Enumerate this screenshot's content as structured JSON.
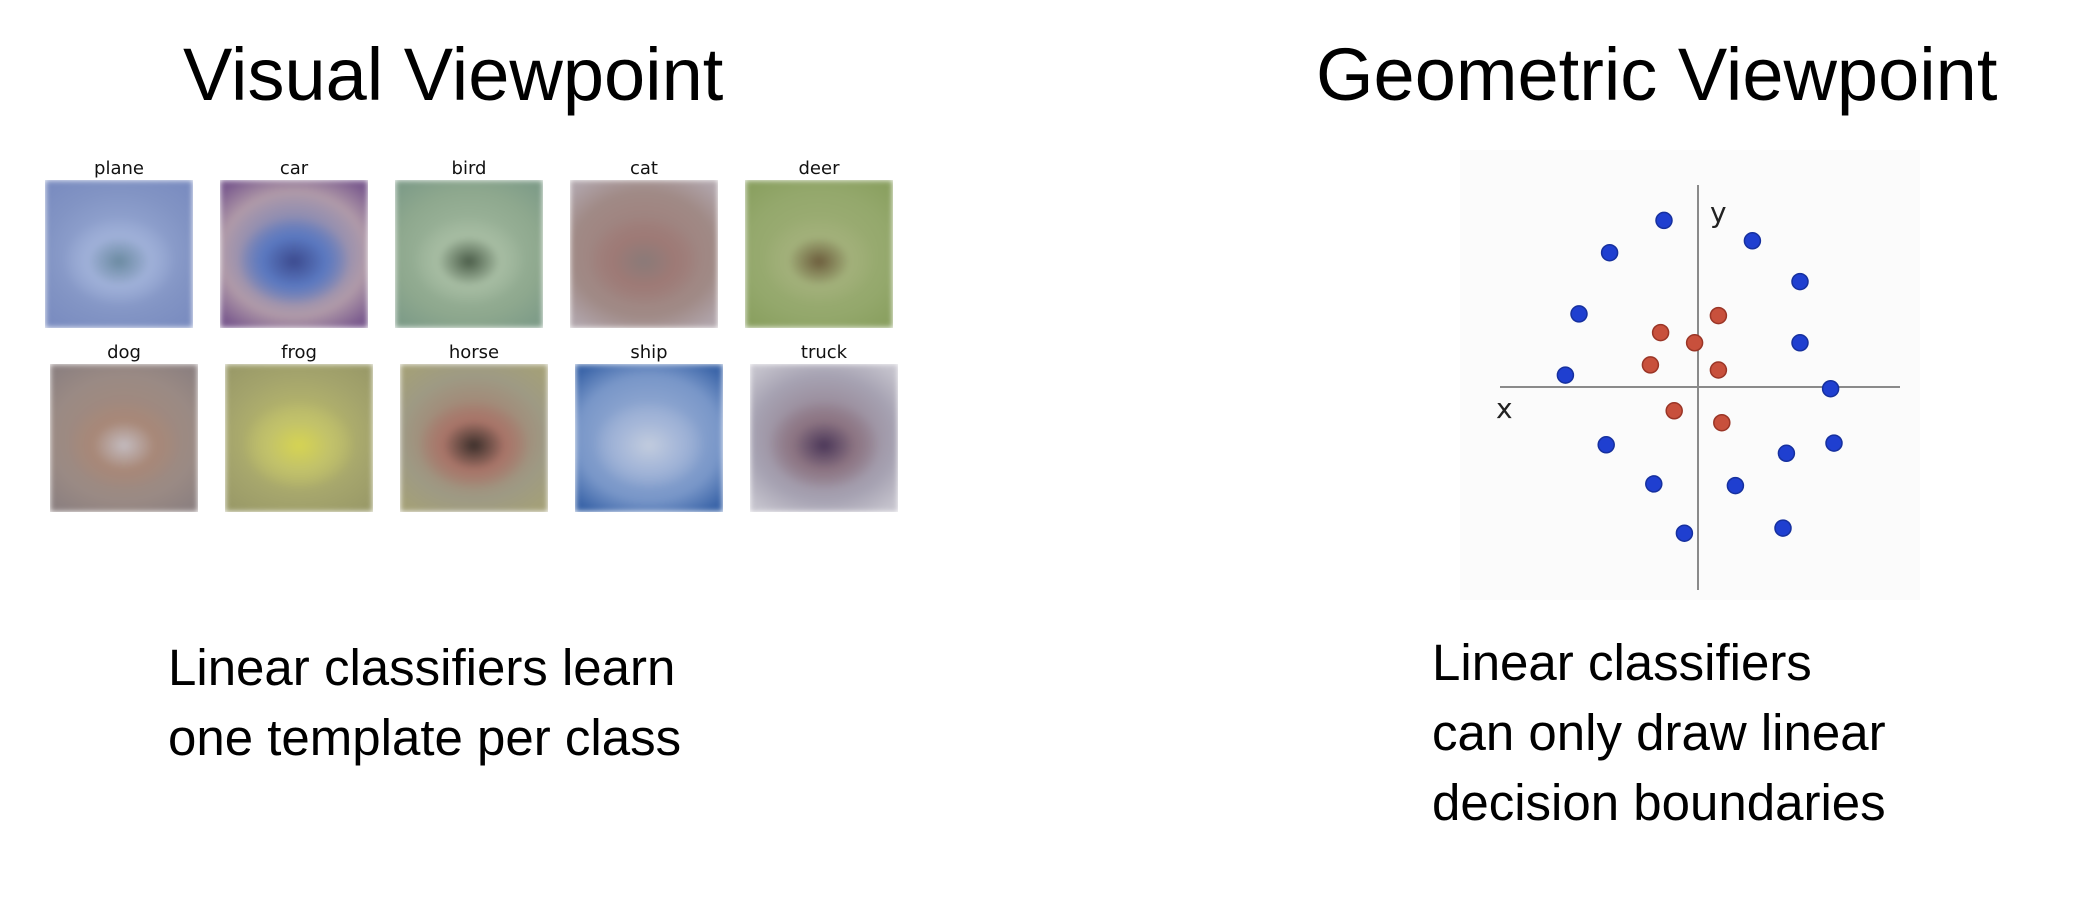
{
  "visual": {
    "title": "Visual Viewpoint",
    "templates": [
      {
        "label": "plane",
        "bg": "#8294c4",
        "mid": "#9fb0d8",
        "center": "#6a8aa0",
        "edge": "#7a8cc0"
      },
      {
        "label": "car",
        "bg": "#b09aa8",
        "mid": "#5a78c0",
        "center": "#3c4a8e",
        "edge": "#7a5a8e"
      },
      {
        "label": "bird",
        "bg": "#8ea88e",
        "mid": "#a6bca2",
        "center": "#4a5c48",
        "edge": "#7e9c88"
      },
      {
        "label": "cat",
        "bg": "#a08a86",
        "mid": "#9e7a76",
        "center": "#8a7a78",
        "edge": "#b0a4aa"
      },
      {
        "label": "deer",
        "bg": "#94a86c",
        "mid": "#a2b07a",
        "center": "#6c5c3c",
        "edge": "#8aa060"
      },
      {
        "label": "dog",
        "bg": "#9a8a84",
        "mid": "#a88878",
        "center": "#c4bcc0",
        "edge": "#8c8080"
      },
      {
        "label": "frog",
        "bg": "#a4a46c",
        "mid": "#c2c26a",
        "center": "#d6d452",
        "edge": "#9a9a68"
      },
      {
        "label": "horse",
        "bg": "#9e9a84",
        "mid": "#a87468",
        "center": "#3a2e2a",
        "edge": "#a4a078"
      },
      {
        "label": "ship",
        "bg": "#7896c8",
        "mid": "#a4b6d8",
        "center": "#c2ccde",
        "edge": "#3a64a8"
      },
      {
        "label": "truck",
        "bg": "#a6a2b2",
        "mid": "#8c7482",
        "center": "#4a3658",
        "edge": "#c4c2cc"
      }
    ],
    "caption_line1": "Linear classifiers learn",
    "caption_line2": "one template per class"
  },
  "geometric": {
    "title": "Geometric Viewpoint",
    "x_label": "x",
    "y_label": "y",
    "caption_line1": "Linear classifiers",
    "caption_line2": "can only draw linear",
    "caption_line3": "decision boundaries",
    "colors": {
      "outer_class": "#1f3fd0",
      "inner_class": "#c8503c",
      "axes": "#8a8a8a"
    },
    "outer_points": [
      [
        -0.2,
        0.98
      ],
      [
        0.32,
        0.86
      ],
      [
        -0.52,
        0.79
      ],
      [
        0.6,
        0.62
      ],
      [
        -0.7,
        0.43
      ],
      [
        0.6,
        0.26
      ],
      [
        -0.78,
        0.07
      ],
      [
        0.78,
        -0.01
      ],
      [
        -0.54,
        -0.34
      ],
      [
        0.8,
        -0.33
      ],
      [
        0.52,
        -0.39
      ],
      [
        -0.26,
        -0.57
      ],
      [
        0.22,
        -0.58
      ],
      [
        0.5,
        -0.83
      ],
      [
        -0.08,
        -0.86
      ]
    ],
    "inner_points": [
      [
        0.12,
        0.42
      ],
      [
        -0.22,
        0.32
      ],
      [
        -0.02,
        0.26
      ],
      [
        -0.28,
        0.13
      ],
      [
        0.12,
        0.1
      ],
      [
        -0.14,
        -0.14
      ],
      [
        0.14,
        -0.21
      ]
    ]
  }
}
